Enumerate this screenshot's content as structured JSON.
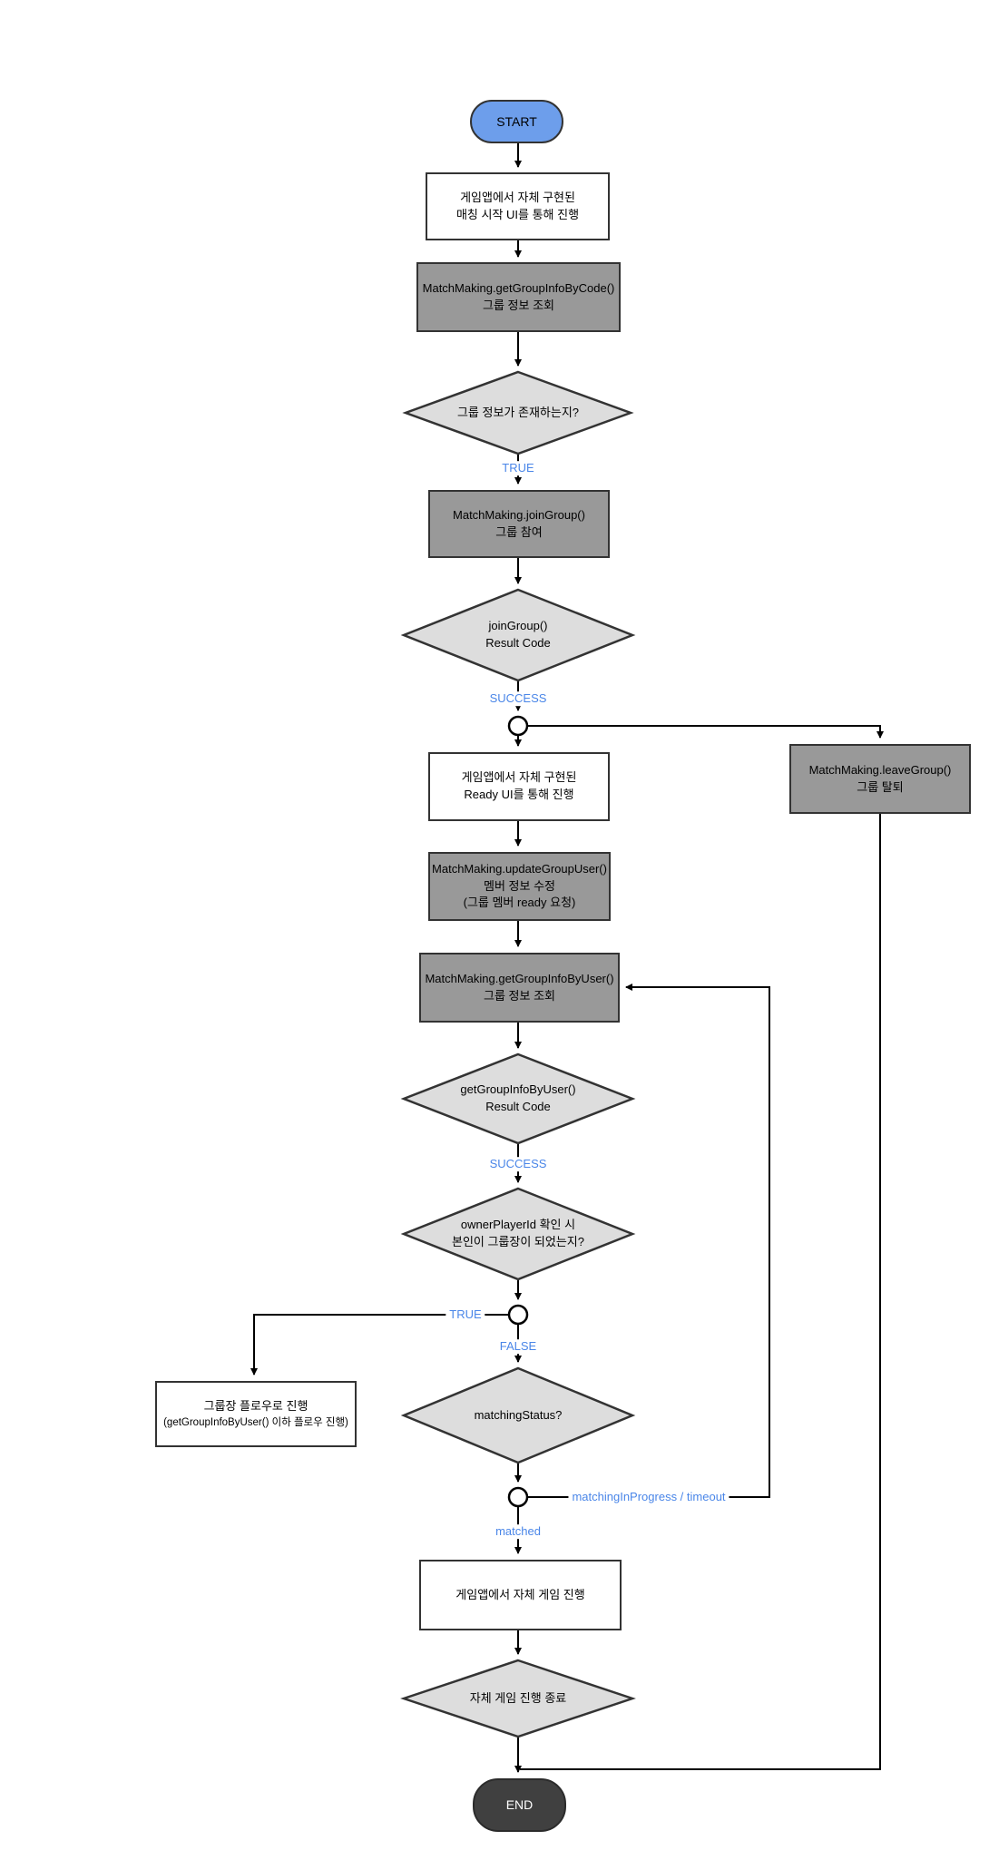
{
  "colors": {
    "start_fill": "#6D9EEB",
    "end_fill": "#404040",
    "process_gray_fill": "#999999",
    "process_white_fill": "#FFFFFF",
    "decision_fill": "#DDDDDD",
    "stroke": "#333333",
    "edge_label_blue": "#4A86E8"
  },
  "nodes": {
    "start": {
      "label": "START"
    },
    "match_ui": {
      "line1": "게임앱에서 자체 구현된",
      "line2": "매칭 시작 UI를 통해 진행"
    },
    "get_group_info_by_code": {
      "line1": "MatchMaking.getGroupInfoByCode()",
      "line2": "그룹 정보 조회"
    },
    "group_exists": {
      "line1": "그룹 정보가 존재하는지?"
    },
    "join_group": {
      "line1": "MatchMaking.joinGroup()",
      "line2": "그룹 참여"
    },
    "join_result": {
      "line1": "joinGroup()",
      "line2": "Result Code"
    },
    "leave_group": {
      "line1": "MatchMaking.leaveGroup()",
      "line2": "그룹 탈퇴"
    },
    "ready_ui": {
      "line1": "게임앱에서 자체 구현된",
      "line2": "Ready UI를 통해 진행"
    },
    "update_group_user": {
      "line1": "MatchMaking.updateGroupUser()",
      "line2": "멤버 정보 수정",
      "line3": "(그룹 멤버 ready 요청)"
    },
    "get_group_info_by_user": {
      "line1": "MatchMaking.getGroupInfoByUser()",
      "line2": "그룹 정보 조회"
    },
    "get_info_result": {
      "line1": "getGroupInfoByUser()",
      "line2": "Result Code"
    },
    "owner_check": {
      "line1": "ownerPlayerId 확인 시",
      "line2": "본인이 그룹장이 되었는지?"
    },
    "owner_flow": {
      "line1": "그룹장 플로우로 진행",
      "line2": "(getGroupInfoByUser() 이하 플로우 진행)"
    },
    "matching_status": {
      "line1": "matchingStatus?"
    },
    "game_play": {
      "line1": "게임앱에서 자체 게임 진행"
    },
    "game_end": {
      "line1": "자체 게임 진행 종료"
    },
    "end": {
      "label": "END"
    }
  },
  "edge_labels": {
    "true1": "TRUE",
    "success1": "SUCCESS",
    "success2": "SUCCESS",
    "true2": "TRUE",
    "false1": "FALSE",
    "matching_in_progress": "matchingInProgress / timeout",
    "matched": "matched"
  }
}
